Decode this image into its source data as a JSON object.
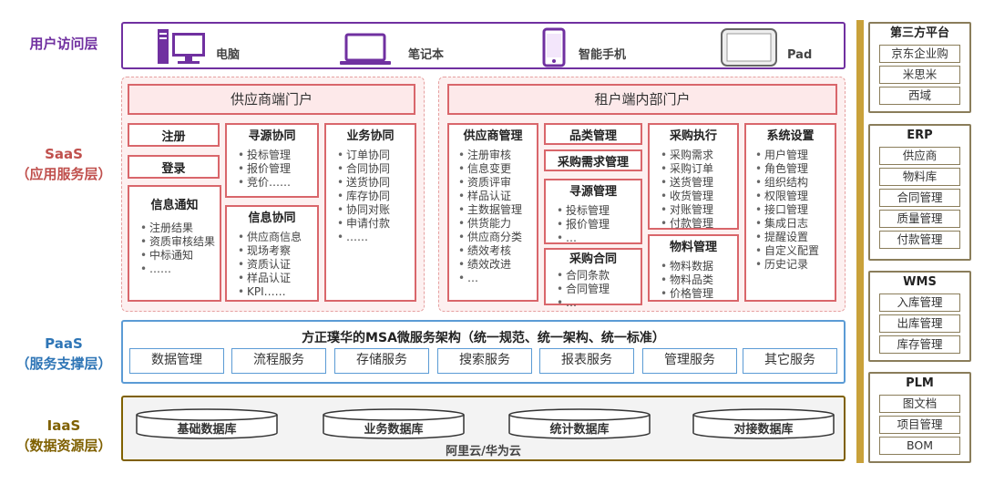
{
  "layers": {
    "user": "用户访问层",
    "saas_line1": "SaaS",
    "saas_line2": "（应用服务层）",
    "paas_line1": "PaaS",
    "paas_line2": "（服务支撑层）",
    "iaas_line1": "IaaS",
    "iaas_line2": "（数据资源层）"
  },
  "devices": [
    "电脑",
    "笔记本",
    "智能手机",
    "Pad"
  ],
  "supplier_portal": {
    "title": "供应商端门户",
    "register": "注册",
    "login": "登录",
    "notice": {
      "title": "信息通知",
      "items": [
        "注册结果",
        "资质审核结果",
        "中标通知",
        "……"
      ]
    },
    "sourcing": {
      "title": "寻源协同",
      "items": [
        "投标管理",
        "报价管理",
        "竞价……"
      ]
    },
    "info": {
      "title": "信息协同",
      "items": [
        "供应商信息",
        "现场考察",
        "资质认证",
        "样品认证",
        "KPI……"
      ]
    },
    "business": {
      "title": "业务协同",
      "items": [
        "订单协同",
        "合同协同",
        "送货协同",
        "库存协同",
        "协同对账",
        "申请付款",
        "……"
      ]
    }
  },
  "tenant_portal": {
    "title": "租户端内部门户",
    "supplier_mgmt": {
      "title": "供应商管理",
      "items": [
        "注册审核",
        "信息变更",
        "资质评审",
        "样品认证",
        "主数据管理",
        "供货能力",
        "供应商分类",
        "绩效考核",
        "绩效改进",
        "…"
      ]
    },
    "category_mgmt": "品类管理",
    "demand_mgmt": "采购需求管理",
    "sourcing_mgmt": {
      "title": "寻源管理",
      "items": [
        "投标管理",
        "报价管理",
        "…"
      ]
    },
    "contract": {
      "title": "采购合同",
      "items": [
        "合同条款",
        "合同管理",
        "…"
      ]
    },
    "execution": {
      "title": "采购执行",
      "items": [
        "采购需求",
        "采购订单",
        "送货管理",
        "收货管理",
        "对账管理",
        "付款管理"
      ]
    },
    "material": {
      "title": "物料管理",
      "items": [
        "物料数据",
        "物料品类",
        "价格管理"
      ]
    },
    "system": {
      "title": "系统设置",
      "items": [
        "用户管理",
        "角色管理",
        "组织结构",
        "权限管理",
        "接口管理",
        "集成日志",
        "提醒设置",
        "自定义配置",
        "历史记录"
      ]
    }
  },
  "paas": {
    "title": "方正璞华的MSA微服务架构（统一规范、统一架构、统一标准）",
    "services": [
      "数据管理",
      "流程服务",
      "存储服务",
      "搜索服务",
      "报表服务",
      "管理服务",
      "其它服务"
    ]
  },
  "iaas": {
    "databases": [
      "基础数据库",
      "业务数据库",
      "统计数据库",
      "对接数据库"
    ],
    "cloud": "阿里云/华为云"
  },
  "external": [
    {
      "title": "第三方平台",
      "items": [
        "京东企业购",
        "米思米",
        "西域"
      ]
    },
    {
      "title": "ERP",
      "items": [
        "供应商",
        "物料库",
        "合同管理",
        "质量管理",
        "付款管理"
      ]
    },
    {
      "title": "WMS",
      "items": [
        "入库管理",
        "出库管理",
        "库存管理"
      ]
    },
    {
      "title": "PLM",
      "items": [
        "图文档",
        "项目管理",
        "BOM"
      ]
    }
  ],
  "colors": {
    "user": "#7030a0",
    "saas": "#c0504d",
    "paas": "#2e75b6",
    "iaas": "#7f6000",
    "accent_bar": "#c9a13a"
  }
}
